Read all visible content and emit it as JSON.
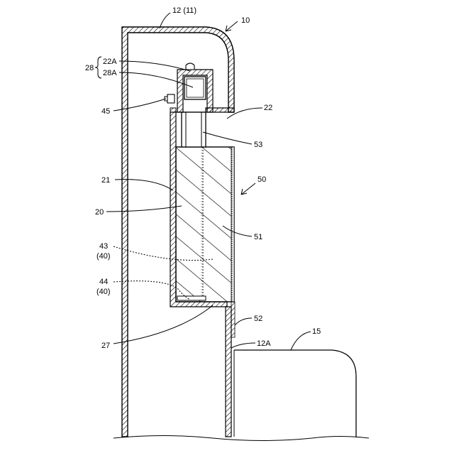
{
  "labels": {
    "ref_10": "10",
    "ref_12_11": "12 (11)",
    "ref_28": "28",
    "ref_22A": "22A",
    "ref_28A": "28A",
    "ref_45": "45",
    "ref_22": "22",
    "ref_53": "53",
    "ref_21": "21",
    "ref_50": "50",
    "ref_20": "20",
    "ref_51": "51",
    "ref_43": "43",
    "ref_40a": "(40)",
    "ref_44": "44",
    "ref_40b": "(40)",
    "ref_52": "52",
    "ref_12A": "12A",
    "ref_15": "15",
    "ref_27": "27"
  }
}
